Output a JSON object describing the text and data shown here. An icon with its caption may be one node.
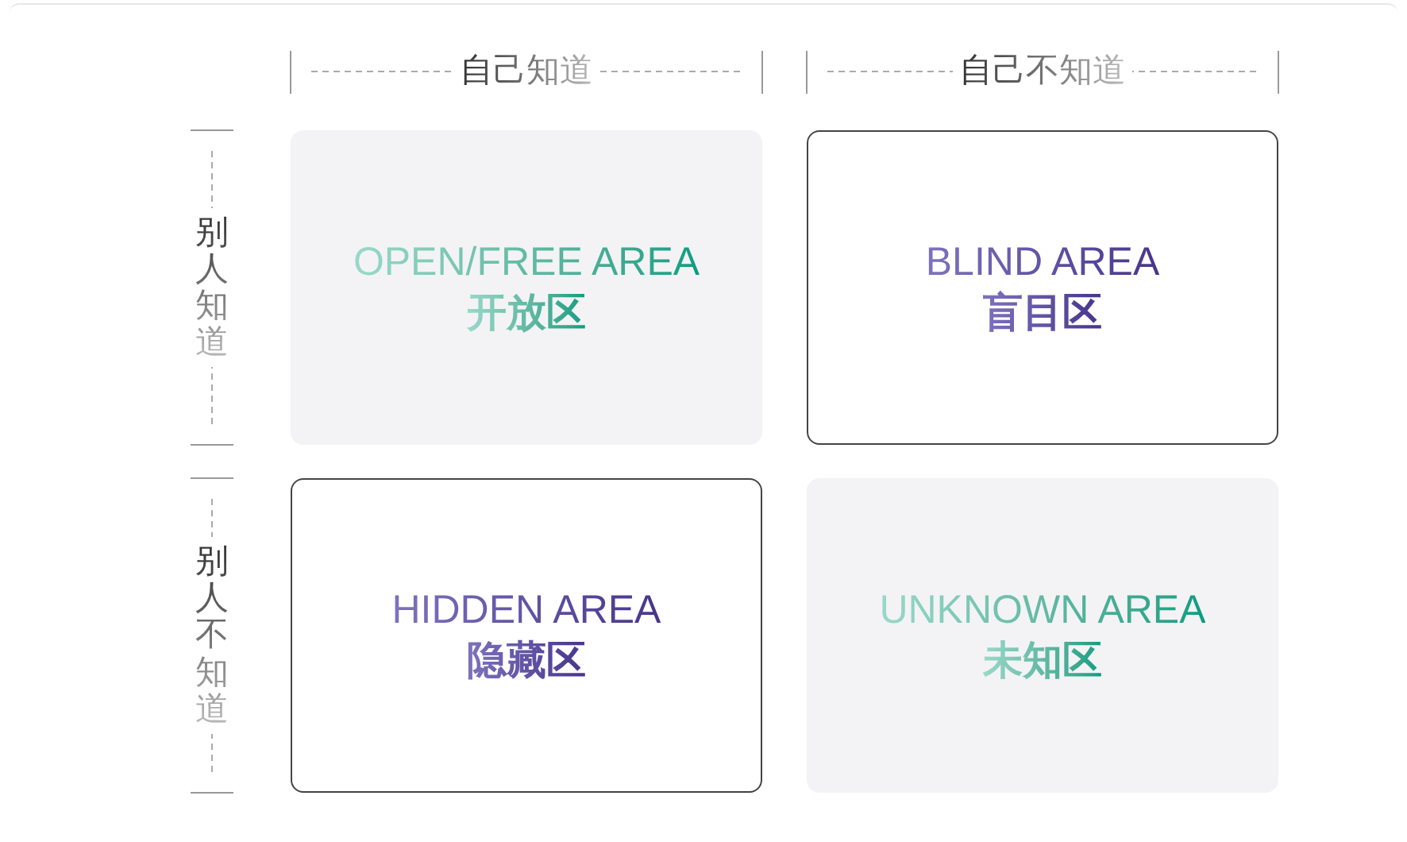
{
  "diagram": {
    "nodes": [
      {
        "text": [
          "OPEN/FREE AREA",
          "开放区"
        ]
      },
      {
        "text": [
          "BLIND AREA",
          "盲目区"
        ]
      },
      {
        "text": [
          "HIDDEN AREA",
          "隐藏区"
        ]
      },
      {
        "text": [
          "UNKNOWN AREA",
          "未知区"
        ]
      }
    ],
    "labels": [
      "自己知道",
      "自己不知道",
      "别人知道",
      "别人不知道"
    ]
  }
}
